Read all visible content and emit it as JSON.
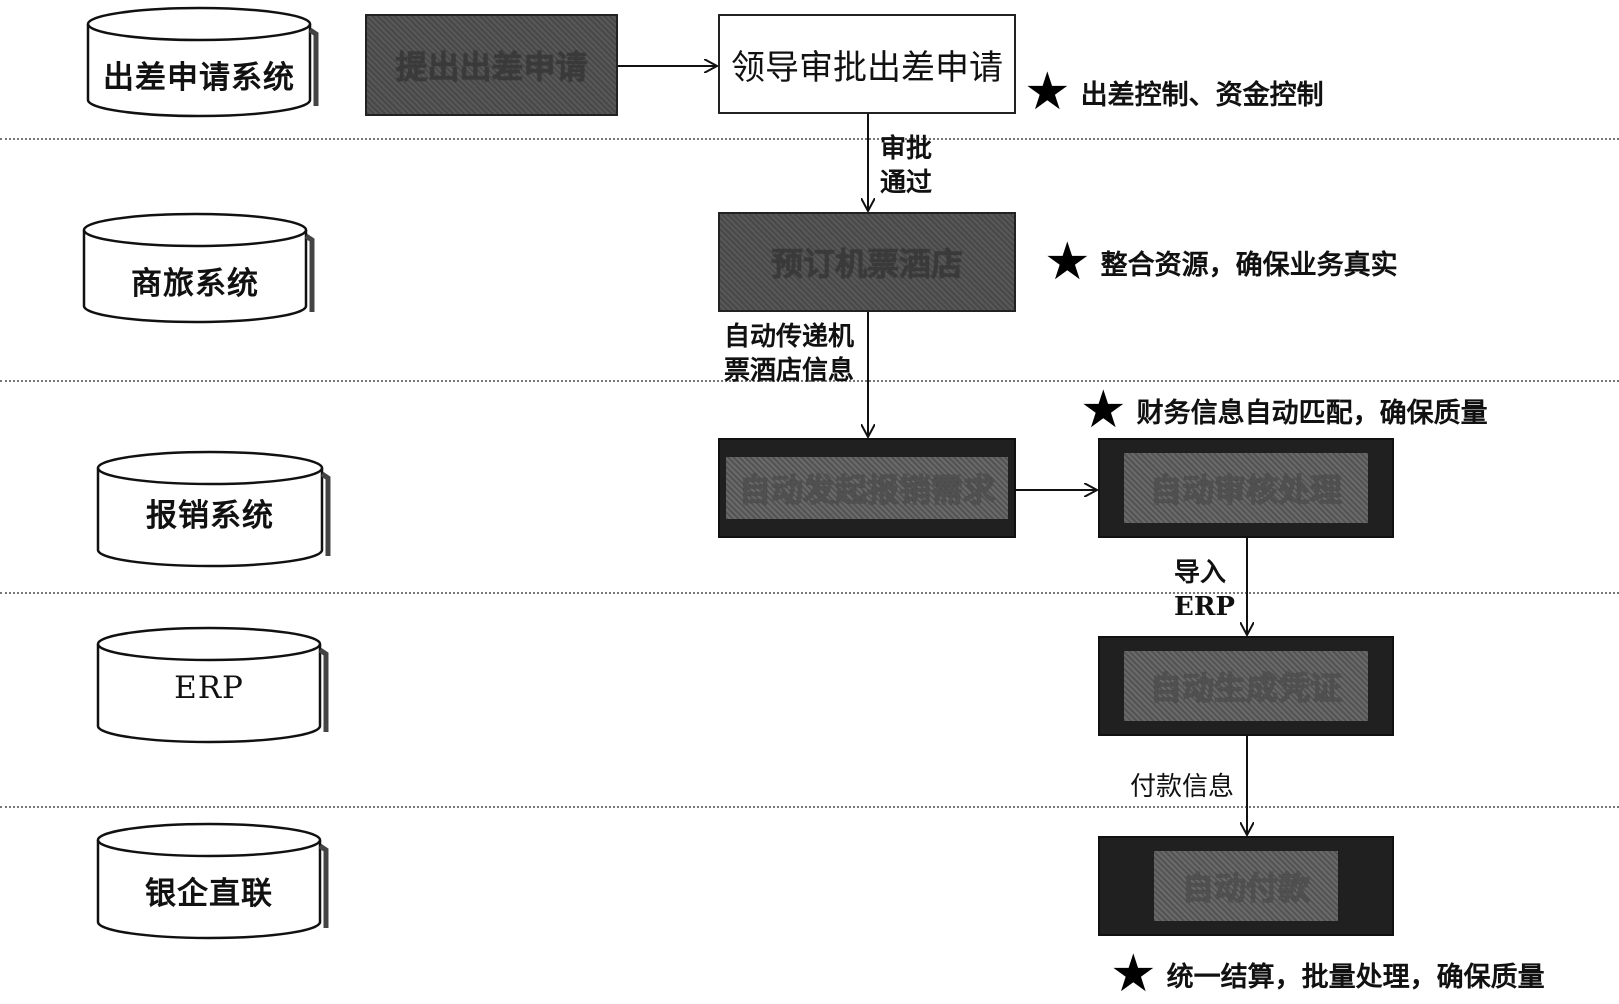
{
  "lanes": [
    {
      "system": "出差申请系统"
    },
    {
      "system": "商旅系统"
    },
    {
      "system": "报销系统"
    },
    {
      "system": "ERP"
    },
    {
      "system": "银企直联"
    }
  ],
  "steps": {
    "submit": "提出出差申请",
    "approve": "领导审批出差申请",
    "book": "预订机票酒店",
    "reimburse": "自动发起报销需求",
    "audit": "自动审核处理",
    "voucher": "自动生成凭证",
    "pay": "自动付款"
  },
  "edges": {
    "approved": [
      "审批",
      "通过"
    ],
    "transfer": [
      "自动传递机",
      "票酒店信息"
    ],
    "import": [
      "导入",
      "ERP"
    ],
    "payinfo": "付款信息"
  },
  "notes": {
    "control": "出差控制、资金控制",
    "resource": "整合资源，确保业务真实",
    "match": "财务信息自动匹配，确保质量",
    "settle": "统一结算，批量处理，确保质量"
  },
  "icons": {
    "marker": "star-icon"
  }
}
